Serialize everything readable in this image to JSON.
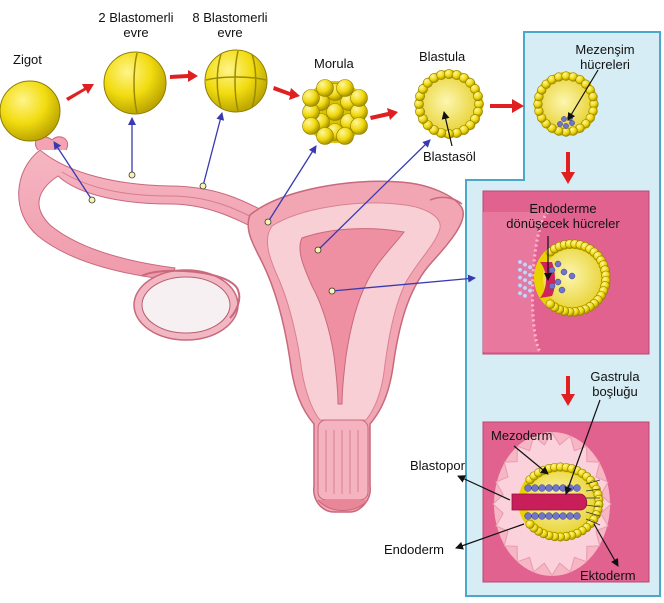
{
  "labels": {
    "zigot": "Zigot",
    "two_cell_line1": "2 Blastomerli",
    "two_cell_line2": "evre",
    "eight_cell_line1": "8 Blastomerli",
    "eight_cell_line2": "evre",
    "morula": "Morula",
    "blastula": "Blastula",
    "blastosol": "Blastasöl",
    "mezensim_line1": "Mezenşim",
    "mezensim_line2": "hücreleri",
    "endoderm_cells_line1": "Endoderme",
    "endoderm_cells_line2": "dönüşecek hücreler",
    "gastrula_line1": "Gastrula",
    "gastrula_line2": "boşluğu",
    "mezoderm": "Mezoderm",
    "blastopor": "Blastopor",
    "endoderm": "Endoderm",
    "ektoderm": "Ektoderm"
  },
  "colors": {
    "yolk": "#f2dc10",
    "yolk_dark": "#b9a300",
    "tissue_pink": "#f4a9b6",
    "tissue_light": "#fbd9de",
    "uterus_wall": "#e9899b",
    "panel_bg": "#d6edf5",
    "panel_border": "#4aa8c8",
    "inset_pink": "#e2628f",
    "arrow_red": "#e02020",
    "pointer_blue": "#3a3ab0",
    "mesoderm_blue": "#6f76c9"
  }
}
